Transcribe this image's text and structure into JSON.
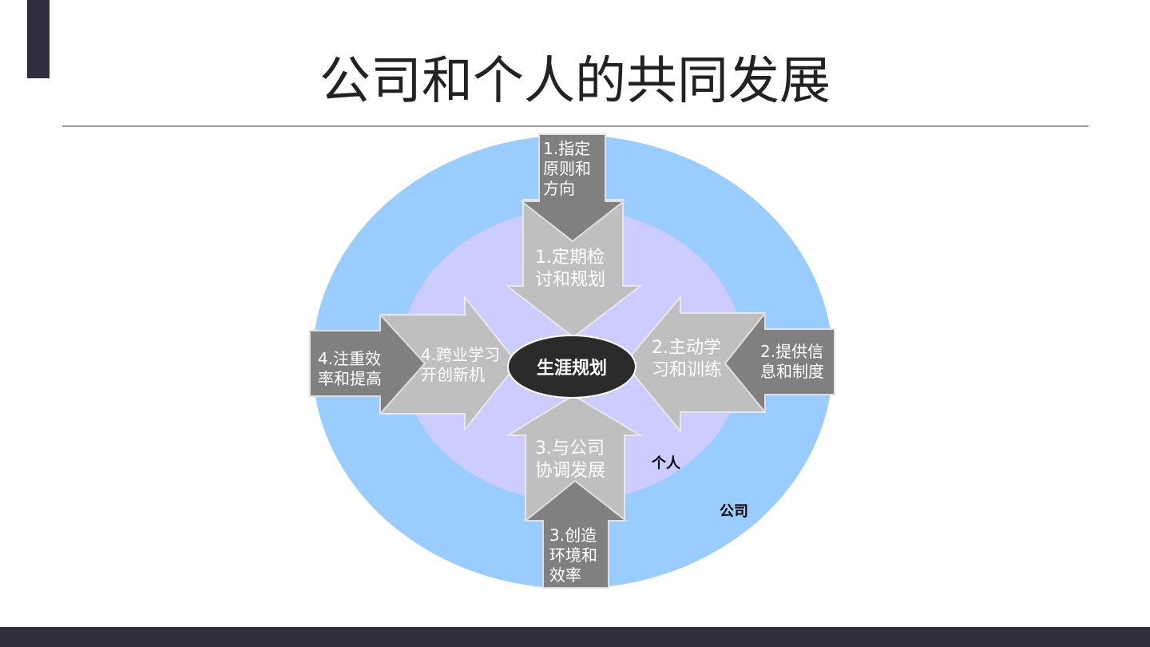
{
  "slide": {
    "title": "公司和个人的共同发展"
  },
  "diagram": {
    "center": "生涯规划",
    "outer_ring_label": "公司",
    "inner_ring_label": "个人",
    "company_actions": [
      "1.指定\n原则和\n方向",
      "2.提供信\n息和制度",
      "3.创造\n环境和\n效率",
      "4.注重效\n率和提高"
    ],
    "individual_actions": [
      "1.定期检\n讨和规划",
      "2.主动学\n习和训练",
      "3.与公司\n协调发展",
      "4.跨业学习\n开创新机"
    ],
    "colors": {
      "outer_ring": "#99ccff",
      "inner_ring": "#ccccff",
      "company_arrow": "#808080",
      "individual_arrow": "#bfbfbf",
      "center": "#2b2b2b",
      "frame_dark": "#2f2f3d"
    }
  }
}
